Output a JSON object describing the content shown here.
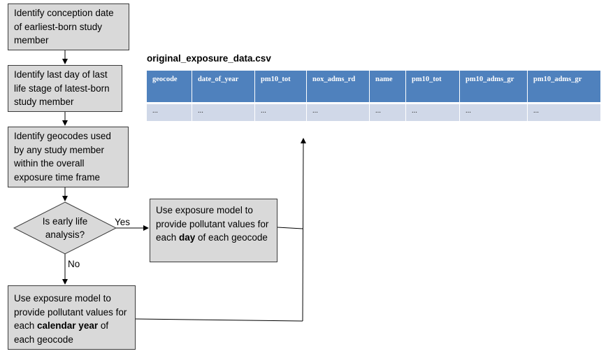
{
  "boxes": {
    "conception": "Identify conception date of earliest-born study member",
    "last_day": "Identify last day of last life stage of latest-born study member",
    "geocodes": "Identify geocodes used by any study member within the overall exposure time frame",
    "early_life_question": "Is early life analysis?",
    "day_prefix": "Use exposure model to provide pollutant values for each ",
    "day_bold": "day",
    "day_suffix": " of each geocode",
    "year_prefix": "Use exposure model to provide pollutant values for each ",
    "year_bold": "calendar year",
    "year_suffix": " of each geocode"
  },
  "edges": {
    "yes": "Yes",
    "no": "No"
  },
  "table": {
    "title": "original_exposure_data.csv",
    "headers": [
      "geocode",
      "date_of_year",
      "pm10_tot",
      "nox_adms_rd",
      "name",
      "pm10_tot",
      "pm10_adms_gr",
      "pm10_adms_gr"
    ],
    "row": [
      "...",
      "...",
      "...",
      "...",
      "...",
      "...",
      "...",
      "..."
    ]
  }
}
